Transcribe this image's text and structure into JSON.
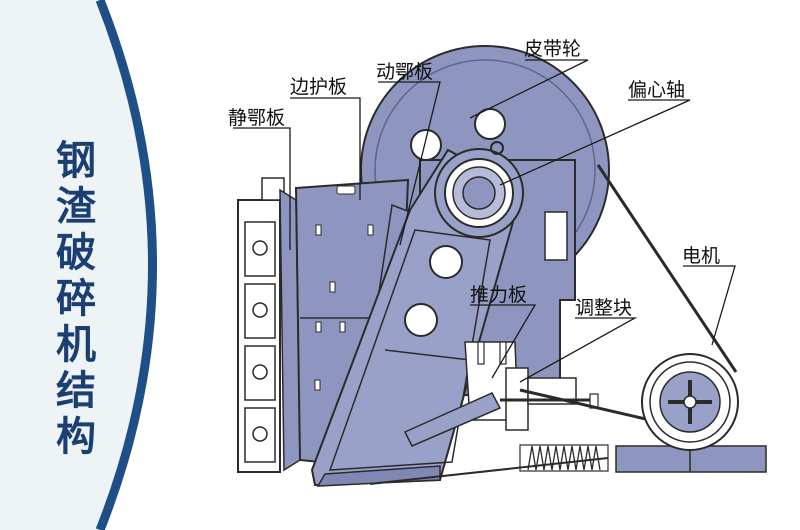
{
  "title_chars": [
    "钢",
    "渣",
    "破",
    "碎",
    "机",
    "结",
    "构"
  ],
  "labels": {
    "static_jaw": "静鄂板",
    "side_guard": "边护板",
    "moving_jaw": "动鄂板",
    "pulley": "皮带轮",
    "eccentric_shaft": "偏心轴",
    "motor": "电机",
    "toggle_plate": "推力板",
    "adjust_block": "调整块"
  },
  "colors": {
    "panel_bg": "#eef3f6",
    "panel_border": "#1e4f86",
    "title": "#1b3f73",
    "machine_fill": "#8e96c0",
    "machine_dark": "#6c739c",
    "outline": "#2b2b2b"
  }
}
